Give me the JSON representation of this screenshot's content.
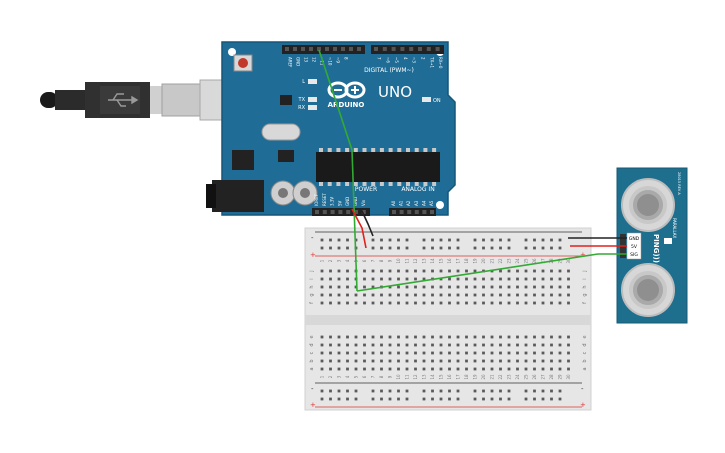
{
  "arduino": {
    "brand": "ARDUINO",
    "model": "UNO",
    "digital_header": "DIGITAL (PWM~)",
    "power_header": "POWER",
    "analog_header": "ANALOG IN",
    "led_l": "L",
    "led_tx": "TX",
    "led_rx": "RX",
    "led_on": "ON",
    "top_pin_labels": [
      "AREF",
      "GND",
      "13",
      "12",
      "~11",
      "~10",
      "~9",
      "8",
      "7",
      "~6",
      "~5",
      "4",
      "~3",
      "2",
      "TX→1",
      "RX←0"
    ],
    "power_pin_labels": [
      "IOREF",
      "RESET",
      "3.3V",
      "5V",
      "GND",
      "GND",
      "Vin"
    ],
    "analog_pin_labels": [
      "A0",
      "A1",
      "A2",
      "A3",
      "A4",
      "A5"
    ]
  },
  "breadboard": {
    "rail_plus": "+",
    "rail_minus": "-",
    "row_letters_top": [
      "j",
      "i",
      "h",
      "g",
      "f"
    ],
    "row_letters_bottom": [
      "e",
      "d",
      "c",
      "b",
      "a"
    ],
    "columns": 30
  },
  "sensor": {
    "name": "PING)))",
    "pin_labels": [
      "GND",
      "5V",
      "SIG"
    ],
    "maker": "PARALLAX",
    "small_text": "28015 REV A"
  },
  "colors": {
    "arduino_board": "#1f6d96",
    "arduino_edge": "#155778",
    "breadboard": "#e8e8e8",
    "sensor_board": "#1e6e8e",
    "wire_green": "#33aa33",
    "wire_red": "#e0201b",
    "wire_black": "#222222",
    "usb_cable": "#2b2b2b"
  }
}
